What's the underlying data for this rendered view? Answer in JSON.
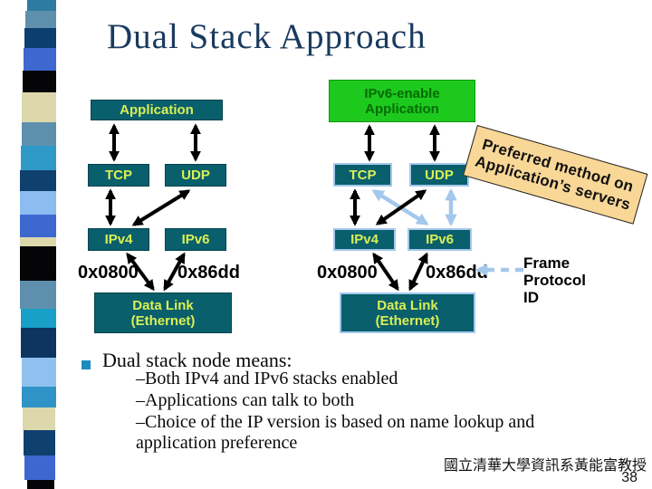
{
  "slide": {
    "title": "Dual Stack Approach"
  },
  "left_stack": {
    "application": "Application",
    "tcp": "TCP",
    "udp": "UDP",
    "ipv4": "IPv4",
    "ipv6": "IPv6",
    "ethertype_ipv4": "0x0800",
    "ethertype_ipv6": "0x86dd",
    "datalink_line1": "Data Link",
    "datalink_line2": "(Ethernet)"
  },
  "right_stack": {
    "application_line1": "IPv6-enable",
    "application_line2": "Application",
    "tcp": "TCP",
    "udp": "UDP",
    "ipv4": "IPv4",
    "ipv6": "IPv6",
    "ethertype_ipv4": "0x0800",
    "ethertype_ipv6": "0x86dd",
    "datalink_line1": "Data Link",
    "datalink_line2": "(Ethernet)"
  },
  "note": {
    "line1": "Preferred method on",
    "line2": "Application’s servers"
  },
  "frame_protocol_label": {
    "line1": "Frame",
    "line2": "Protocol",
    "line3": "ID"
  },
  "bullets": {
    "heading": "Dual stack node means:",
    "items": [
      "–Both IPv4 and IPv6 stacks enabled",
      "–Applications can talk to both",
      "–Choice of the IP version is based on name lookup and application preference"
    ]
  },
  "footer": {
    "affiliation": "國立清華大學資訊系黃能富教授",
    "page_number": "38"
  },
  "colors": {
    "box_teal": "#095f6b",
    "box_label_yellow": "#d9ef55",
    "ipv6_app_green": "#1ec91e",
    "ipv6_app_text_green": "#056b05",
    "arrow_black": "#000000",
    "arrow_light_blue": "#a4c8ec",
    "note_tan": "#f8d797",
    "title_navy": "#1a3a5f",
    "bullet_square_teal": "#1b8cc0"
  },
  "sidebar": {
    "blocks": [
      {
        "color": "#2d7ba3"
      },
      {
        "color": "#5e90ad"
      },
      {
        "color": "#0d3e70"
      },
      {
        "color": "#3d68d0"
      },
      {
        "color": "#050508"
      },
      {
        "color": "#ddd8ac"
      },
      {
        "color": "#5e90ad"
      },
      {
        "color": "#2f9ac8"
      },
      {
        "color": "#10406e"
      },
      {
        "color": "#8cbcf0"
      },
      {
        "color": "#3d68d0"
      },
      {
        "color": "#ddd8ac"
      },
      {
        "color": "#050508"
      },
      {
        "color": "#5e90ad"
      },
      {
        "color": "#18a0c8"
      },
      {
        "color": "#0d3560"
      },
      {
        "color": "#90c0f0"
      },
      {
        "color": "#3093c8"
      },
      {
        "color": "#ddd8ac"
      },
      {
        "color": "#10406e"
      },
      {
        "color": "#3d68d0"
      },
      {
        "color": "#050508"
      }
    ]
  }
}
